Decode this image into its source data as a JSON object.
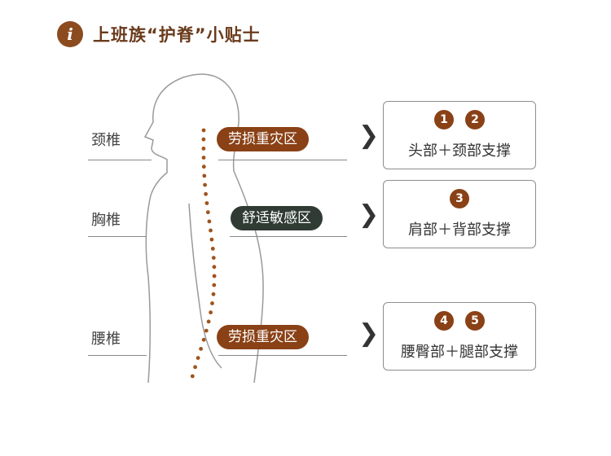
{
  "header": {
    "icon_glyph": "i",
    "title": "上班族“护脊”小贴士"
  },
  "colors": {
    "accent": "#8a4116",
    "comfort": "#2f3b33",
    "title": "#6a3b1c",
    "spine_dots": "#a0521c"
  },
  "sections": [
    {
      "vertebra": "颈椎",
      "zone": "劳损重灾区",
      "zone_type": "danger",
      "numbers": [
        "1",
        "2"
      ],
      "support": "头部＋颈部支撑"
    },
    {
      "vertebra": "胸椎",
      "zone": "舒适敏感区",
      "zone_type": "comfort",
      "numbers": [
        "3"
      ],
      "support": "肩部＋背部支撑"
    },
    {
      "vertebra": "腰椎",
      "zone": "劳损重灾区",
      "zone_type": "danger",
      "numbers": [
        "4",
        "5"
      ],
      "support": "腰臀部＋腿部支撑"
    }
  ],
  "icons": {
    "chevron": "chevron-right-icon",
    "info": "info-icon"
  }
}
